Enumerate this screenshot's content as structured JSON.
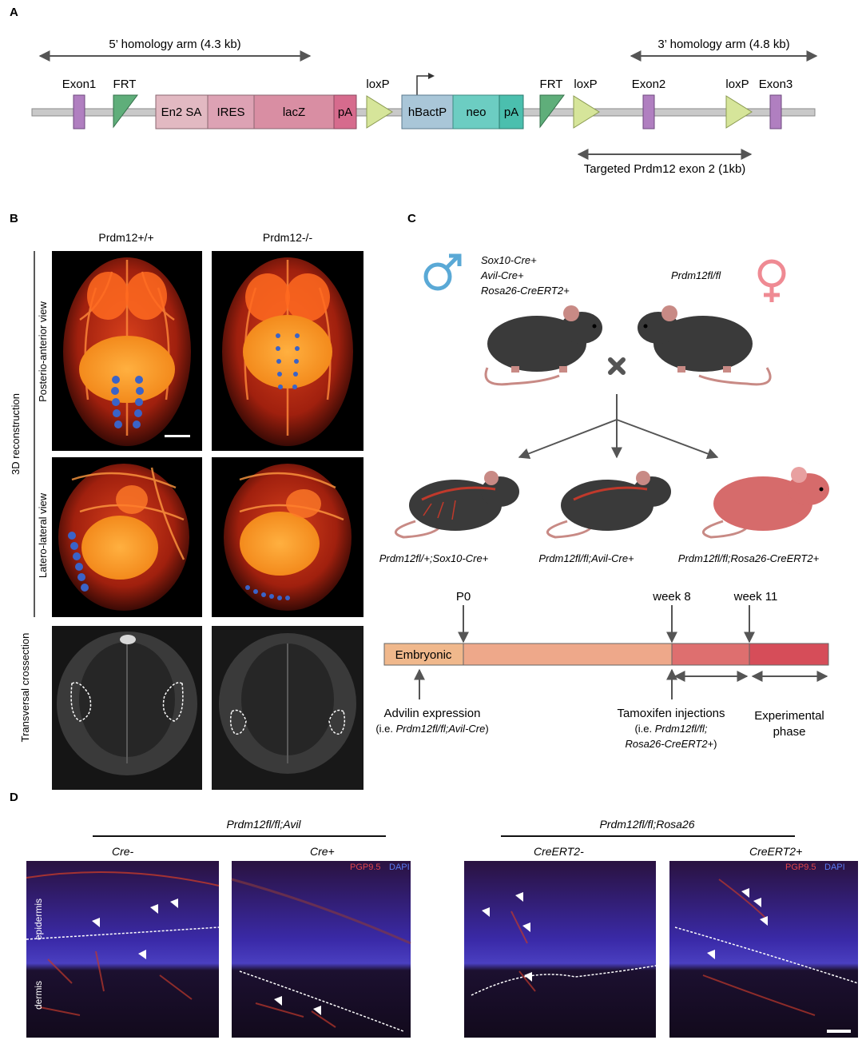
{
  "panels": {
    "a": {
      "label": "A",
      "five_arm": "5’ homology arm (4.3 kb)",
      "three_arm": "3’ homology arm (4.8 kb)",
      "exon1": "Exon1",
      "frt1": "FRT",
      "en2sa": "En2 SA",
      "ires": "IRES",
      "lacz": "lacZ",
      "pa1": "pA",
      "loxp1": "loxP",
      "hbactp": "hBactP",
      "neo": "neo",
      "pa2": "pA",
      "frt2": "FRT",
      "loxp2": "loxP",
      "exon2": "Exon2",
      "loxp3": "loxP",
      "exon3": "Exon3",
      "targeted": "Targeted Prdm12 exon 2 (1kb)"
    },
    "b": {
      "label": "B",
      "col_wt": "Prdm12+/+",
      "col_ko": "Prdm12-/-",
      "side_3d": "3D reconstruction",
      "row_pa": "Posterio-anterior view",
      "row_ll": "Latero-lateral view",
      "row_trans": "Transversal crossection"
    },
    "c": {
      "label": "C",
      "male_l1": "Sox10-Cre+",
      "male_l2": "Avil-Cre+",
      "male_l3": "Rosa26-CreERT2+",
      "female": "Prdm12fl/fl",
      "mouse1": "Prdm12fl/+;Sox10-Cre+",
      "mouse2": "Prdm12fl/fl;Avil-Cre+",
      "mouse3": "Prdm12fl/fl;Rosa26-CreERT2+",
      "p0": "P0",
      "week8": "week 8",
      "week11": "week 11",
      "embryonic": "Embryonic",
      "adv_l1": "Advilin expression",
      "adv_l2_pre": "(i.e. ",
      "adv_l2_it": "Prdm12fl/fl;Avil-Cre",
      "adv_l2_post": ")",
      "tam_l1": "Tamoxifen injections",
      "tam_l2_pre": "(i.e. ",
      "tam_l2_it": "Prdm12fl/fl;",
      "tam_l3_it": "Rosa26-CreERT2",
      "tam_l3_post": "+)",
      "exp_l1": "Experimental",
      "exp_l2": "phase"
    },
    "d": {
      "label": "D",
      "group1": "Prdm12fl/fl;Avil",
      "group2": "Prdm12fl/fl;Rosa26",
      "cre_minus": "Cre-",
      "cre_plus": "Cre+",
      "ert_minus": "CreERT2-",
      "ert_plus": "CreERT2+",
      "pgp": "PGP9.5",
      "dapi": "DAPI",
      "epidermis": "epidermis",
      "dermis": "dermis"
    }
  },
  "colors": {
    "exon": "#b07fc0",
    "frt": "#5fae7a",
    "loxp": "#d6e59a",
    "en2": "#e2b9c2",
    "lacz": "#d98ea3",
    "pa1": "#d66b8d",
    "hbactp": "#a9c6d8",
    "neo": "#6ccdc2",
    "pa2": "#4bbfae",
    "male": "#5aa9d6",
    "female": "#ef8a93"
  }
}
